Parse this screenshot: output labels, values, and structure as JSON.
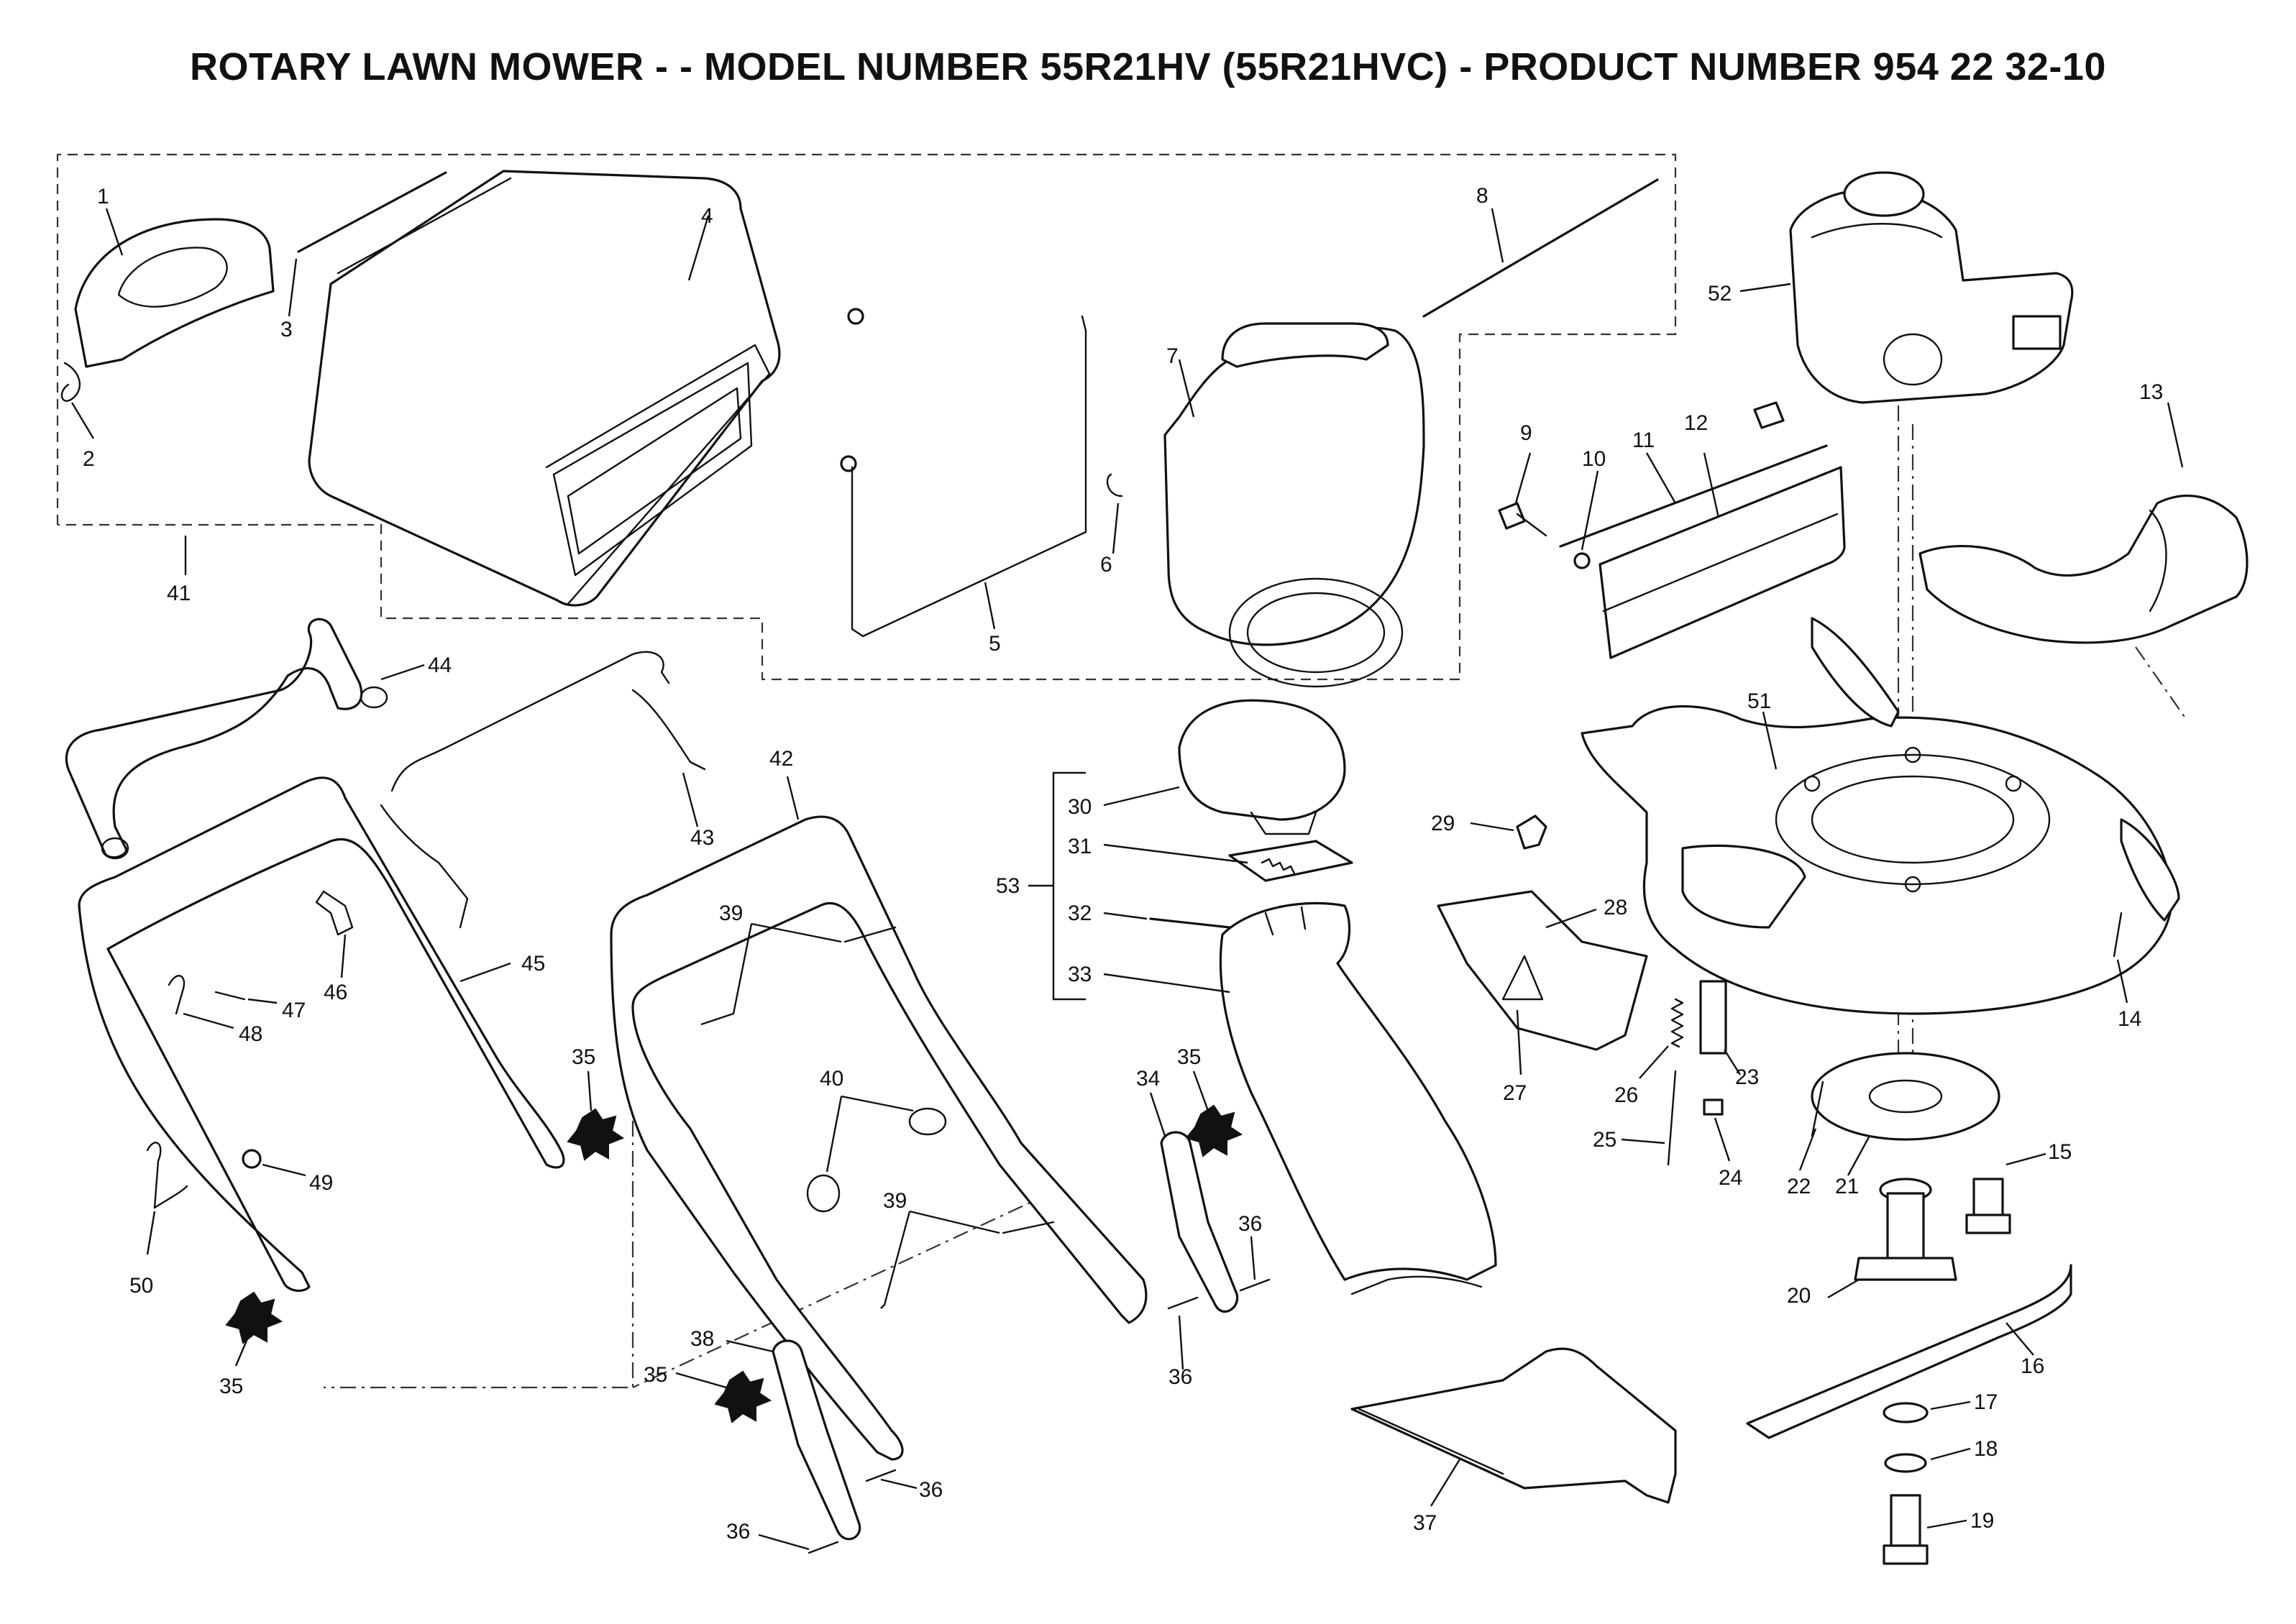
{
  "title": "ROTARY LAWN MOWER - - MODEL NUMBER 55R21HV (55R21HVC) - PRODUCT NUMBER 954 22 32-10",
  "colors": {
    "ink": "#111111",
    "background": "#ffffff"
  },
  "parts": {
    "p1": "1",
    "p2": "2",
    "p3": "3",
    "p4": "4",
    "p5": "5",
    "p6": "6",
    "p7": "7",
    "p8": "8",
    "p9": "9",
    "p10": "10",
    "p11": "11",
    "p12": "12",
    "p13": "13",
    "p14": "14",
    "p15": "15",
    "p16": "16",
    "p17": "17",
    "p18": "18",
    "p19": "19",
    "p20": "20",
    "p21": "21",
    "p22": "22",
    "p23": "23",
    "p24": "24",
    "p25": "25",
    "p26": "26",
    "p27": "27",
    "p28": "28",
    "p29": "29",
    "p30": "30",
    "p31": "31",
    "p32": "32",
    "p33": "33",
    "p34": "34",
    "p35": "35",
    "p36": "36",
    "p37": "37",
    "p38": "38",
    "p39": "39",
    "p40": "40",
    "p41": "41",
    "p42": "42",
    "p43": "43",
    "p44": "44",
    "p45": "45",
    "p46": "46",
    "p47": "47",
    "p48": "48",
    "p49": "49",
    "p50": "50",
    "p51": "51",
    "p52": "52",
    "p53": "53"
  }
}
